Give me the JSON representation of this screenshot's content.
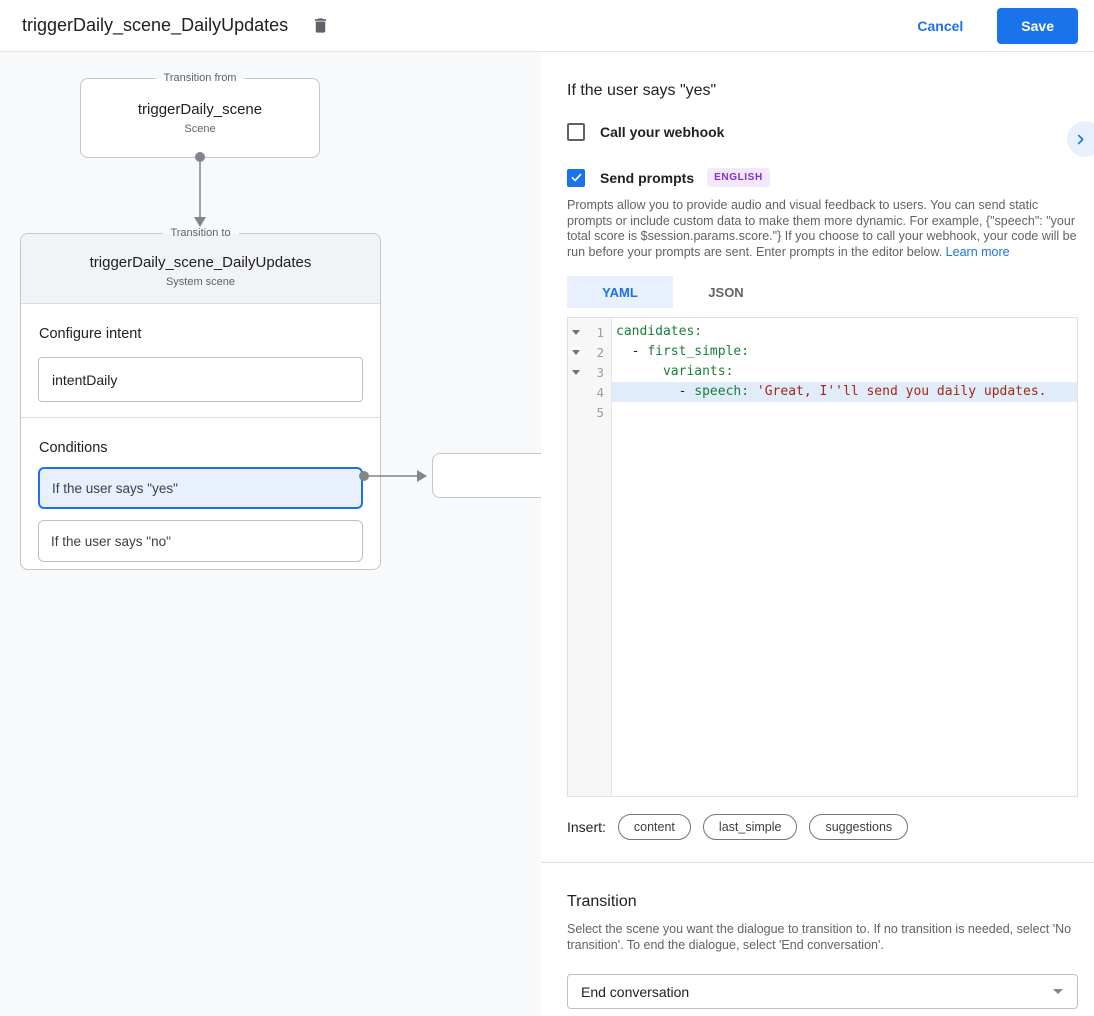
{
  "colors": {
    "accent": "#1a73e8",
    "selection_bg": "#e8f0fe",
    "badge_bg": "#f3e8fd",
    "badge_text": "#8430ce",
    "yaml_key": "#188038",
    "yaml_string": "#a52714",
    "line_highlight": "#e1ecfa"
  },
  "header": {
    "title": "triggerDaily_scene_DailyUpdates",
    "cancel_label": "Cancel",
    "save_label": "Save"
  },
  "flow": {
    "from_box": {
      "legend": "Transition from",
      "name": "triggerDaily_scene",
      "type": "Scene"
    },
    "to_box": {
      "legend": "Transition to",
      "name": "triggerDaily_scene_DailyUpdates",
      "type": "System scene"
    },
    "configure_intent": {
      "label": "Configure intent",
      "value": "intentDaily"
    },
    "conditions": {
      "label": "Conditions",
      "items": [
        {
          "label": "If the user says \"yes\"",
          "selected": true
        },
        {
          "label": "If the user says \"no\"",
          "selected": false
        }
      ]
    }
  },
  "panel": {
    "title": "If the user says \"yes\"",
    "webhook": {
      "label": "Call your webhook",
      "checked": false
    },
    "send_prompts": {
      "label": "Send prompts",
      "badge": "ENGLISH",
      "checked": true
    },
    "description": "Prompts allow you to provide audio and visual feedback to users. You can send static prompts or include custom data to make them more dynamic. For example, {\"speech\": \"your total score is $session.params.score.\"} If you choose to call your webhook, your code will be run before your prompts are sent. Enter prompts in the editor below. ",
    "learn_more": "Learn more",
    "tabs": [
      {
        "label": "YAML",
        "active": true
      },
      {
        "label": "JSON",
        "active": false
      }
    ],
    "editor": {
      "lines": [
        {
          "number": 1,
          "fold": true,
          "highlight": false,
          "tokens": [
            {
              "t": "key",
              "v": "candidates:"
            }
          ]
        },
        {
          "number": 2,
          "fold": true,
          "highlight": false,
          "tokens": [
            {
              "t": "plain",
              "v": "  - "
            },
            {
              "t": "key",
              "v": "first_simple:"
            }
          ]
        },
        {
          "number": 3,
          "fold": true,
          "highlight": false,
          "tokens": [
            {
              "t": "plain",
              "v": "      "
            },
            {
              "t": "key",
              "v": "variants:"
            }
          ]
        },
        {
          "number": 4,
          "fold": false,
          "highlight": true,
          "tokens": [
            {
              "t": "plain",
              "v": "        - "
            },
            {
              "t": "key",
              "v": "speech: "
            },
            {
              "t": "string",
              "v": "'Great, I''ll send you daily updates."
            }
          ]
        },
        {
          "number": 5,
          "fold": false,
          "highlight": false,
          "tokens": []
        }
      ]
    },
    "insert": {
      "label": "Insert:",
      "pills": [
        "content",
        "last_simple",
        "suggestions"
      ]
    },
    "transition": {
      "title": "Transition",
      "description": "Select the scene you want the dialogue to transition to. If no transition is needed, select 'No transition'. To end the dialogue, select 'End conversation'.",
      "value": "End conversation"
    }
  }
}
